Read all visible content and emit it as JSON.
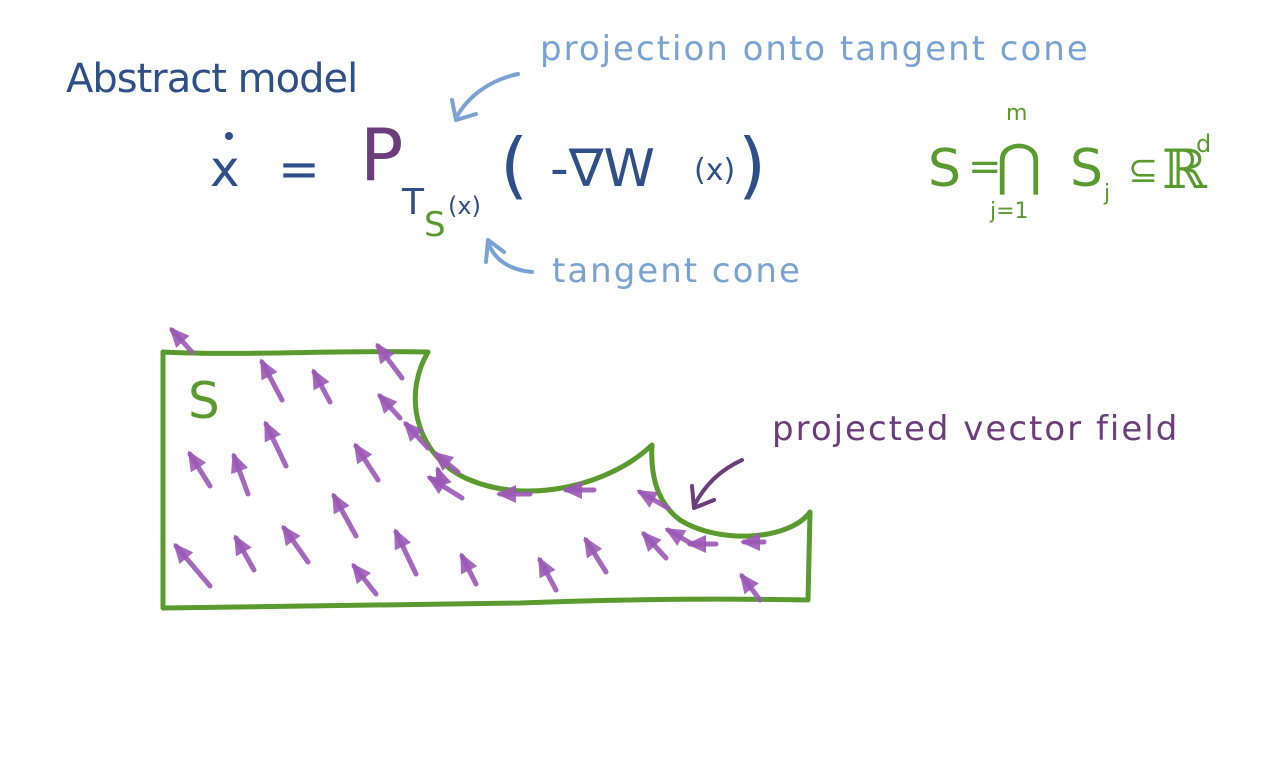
{
  "heading": "Abstract model",
  "equation": {
    "xdot": "x",
    "equals": "=",
    "P": "P",
    "T": "T",
    "S": "S",
    "Sarg": "(x)",
    "lparen": "(",
    "grad_term": "-∇W",
    "grad_arg": "(x)",
    "rparen": ")"
  },
  "annotations": {
    "projection_label": "projection onto tangent cone",
    "tangent_label": "tangent cone",
    "field_label": "projected vector field"
  },
  "set_definition": {
    "lhs": "S",
    "eq": "=",
    "cap": "⋂",
    "upper": "m",
    "lower": "j=1",
    "S": "S",
    "sub": "j",
    "subset": "⊆",
    "R": "ℝ",
    "sup": "d"
  },
  "region_label": "S",
  "colors": {
    "dark_blue": "#2f4f8a",
    "light_blue": "#7aa3d3",
    "purple": "#6b3d7a",
    "arrow_purple": "#9b59b6",
    "green": "#5b9a2e"
  }
}
